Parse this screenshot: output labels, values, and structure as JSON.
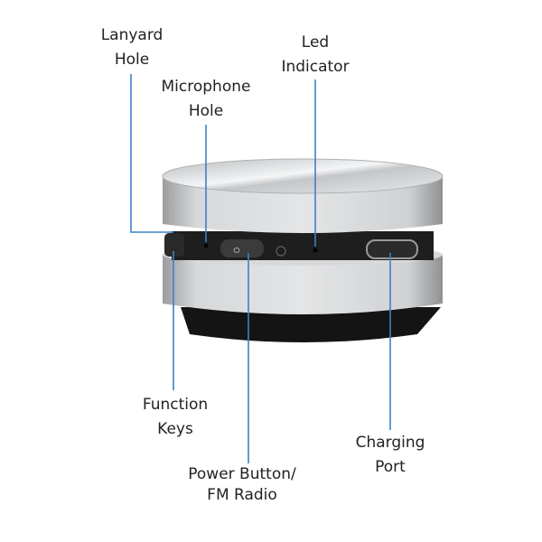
{
  "colors": {
    "leader": "#3c82c4",
    "silver": "#c9cbcd",
    "dark": "#1a1a1a"
  },
  "labels": {
    "lanyard": [
      "Lanyard",
      "Hole"
    ],
    "microphone": [
      "Microphone",
      "Hole"
    ],
    "led": [
      "Led",
      "Indicator"
    ],
    "function": [
      "Function",
      "Keys"
    ],
    "power": [
      "Power Button/",
      "FM Radio"
    ],
    "charging": [
      "Charging",
      "Port"
    ]
  }
}
